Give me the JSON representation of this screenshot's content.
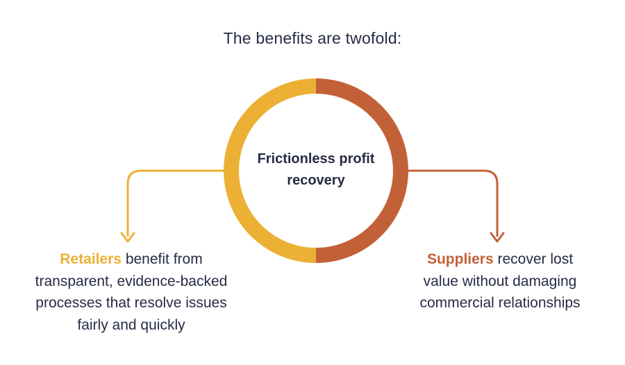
{
  "title": "The benefits are twofold:",
  "center": {
    "line1": "Frictionless",
    "line2": "profit recovery"
  },
  "benefits": {
    "left": {
      "highlight": "Retailers",
      "line1_rest": "benefit from",
      "lines": [
        "transparent, evidence-backed",
        "processes that resolve issues",
        "fairly and quickly"
      ]
    },
    "right": {
      "highlight": "Suppliers",
      "line1_rest": "recover lost",
      "lines": [
        "value without damaging",
        "commercial relationships"
      ]
    }
  },
  "colors": {
    "yellow": "#ebb034",
    "orange": "#c26138",
    "navy": "#262b45",
    "background": "#ffffff"
  }
}
